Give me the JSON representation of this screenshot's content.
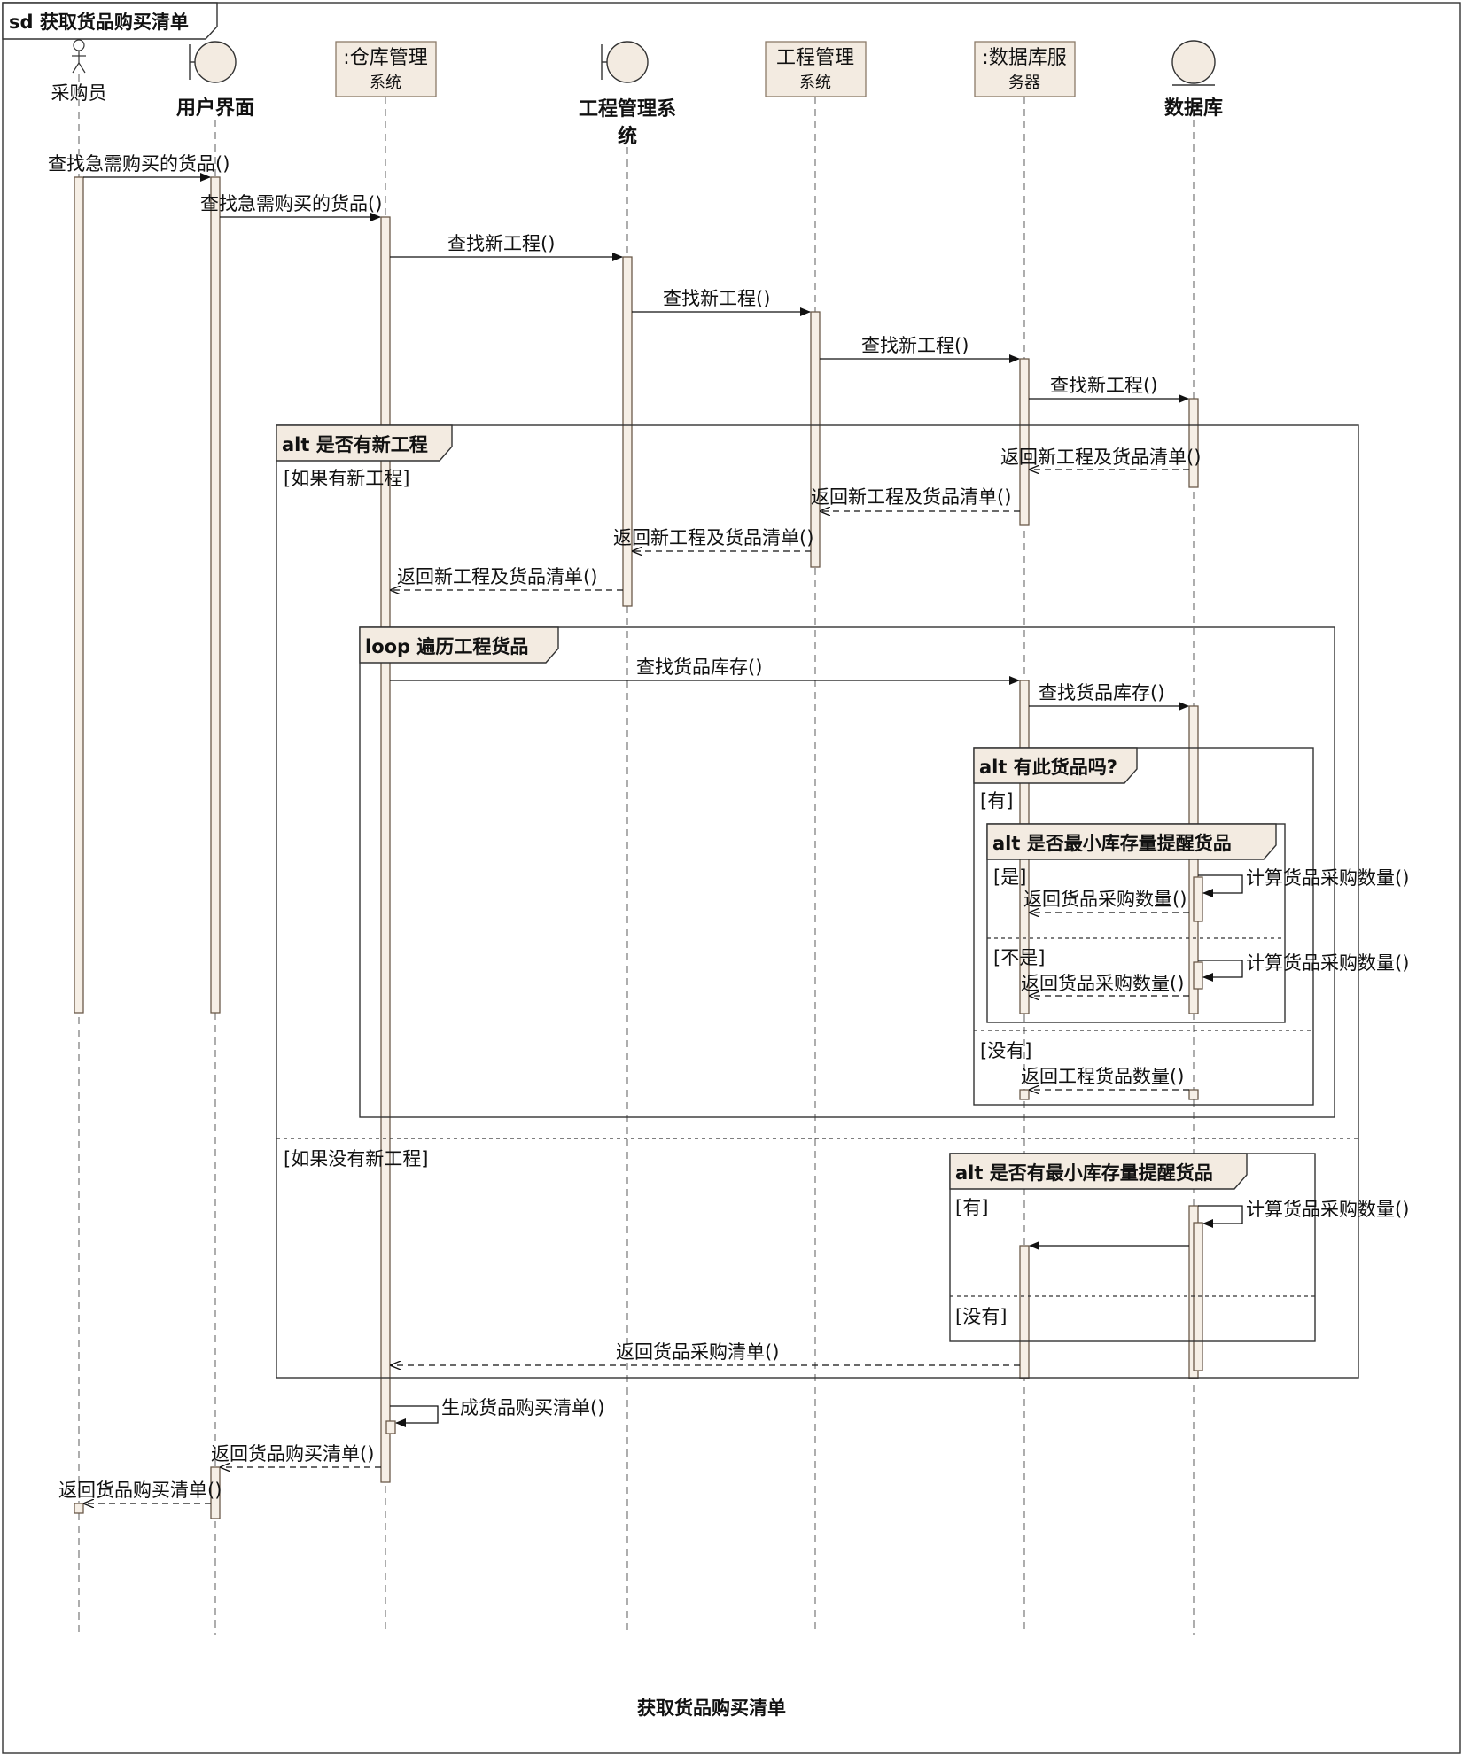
{
  "diagram": {
    "frame_label": "sd 获取货品购买清单",
    "caption": "获取货品购买清单"
  },
  "participants": {
    "buyer": "采购员",
    "ui": "用户界面",
    "warehouse_top": ":仓库管理",
    "warehouse_sub": "系统",
    "project_sys_line1": "工程管理系",
    "project_sys_line2": "统",
    "project_ctrl_top": "工程管理",
    "project_ctrl_sub": "系统",
    "dbserver_top": ":数据库服",
    "dbserver_sub": "务器",
    "database": "数据库"
  },
  "messages": {
    "m1": "查找急需购买的货品()",
    "m2": "查找急需购买的货品()",
    "m3": "查找新工程()",
    "m4": "查找新工程()",
    "m5": "查找新工程()",
    "m6": "查找新工程()",
    "r1": "返回新工程及货品清单()",
    "r2": "返回新工程及货品清单()",
    "r3": "返回新工程及货品清单()",
    "r4": "返回新工程及货品清单()",
    "q1": "查找货品库存()",
    "q2": "查找货品库存()",
    "c1": "计算货品采购数量()",
    "rc1": "返回货品采购数量()",
    "c2": "计算货品采购数量()",
    "rc2": "返回货品采购数量()",
    "rp": "返回工程货品数量()",
    "c3": "计算货品采购数量()",
    "rl": "返回货品采购清单()",
    "g": "生成货品购买清单()",
    "rb1": "返回货品购买清单()",
    "rb2": "返回货品购买清单()"
  },
  "fragments": {
    "alt1_label": "alt 是否有新工程",
    "alt1_guard1": "[如果有新工程]",
    "alt1_guard2": "[如果没有新工程]",
    "loop_label": "loop 遍历工程货品",
    "alt2_label": "alt 有此货品吗?",
    "alt2_guard1": "[有]",
    "alt2_guard2": "[没有]",
    "alt3_label": "alt 是否最小库存量提醒货品",
    "alt3_guard1": "[是]",
    "alt3_guard2": "[不是]",
    "alt4_label": "alt 是否有最小库存量提醒货品",
    "alt4_guard1": "[有]",
    "alt4_guard2": "[没有]"
  }
}
